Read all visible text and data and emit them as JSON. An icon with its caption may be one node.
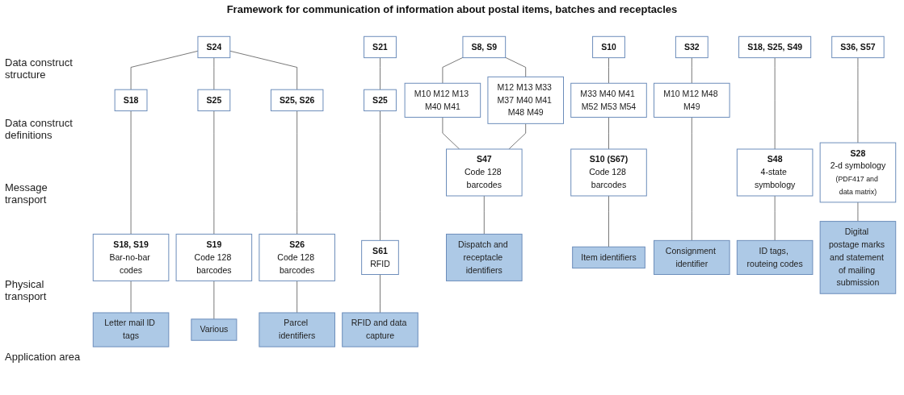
{
  "diagram": {
    "title": "Framework for communication of information about postal items, batches and receptacles",
    "nodes": [
      {
        "text": [
          "S24"
        ]
      },
      {
        "text": [
          "S21"
        ]
      },
      {
        "text": [
          "S18"
        ]
      },
      {
        "text": [
          "S25"
        ]
      },
      {
        "text": [
          "S25, S26"
        ]
      },
      {
        "text": [
          "S8, S9"
        ]
      },
      {
        "text": [
          "S10"
        ]
      },
      {
        "text": [
          "S32"
        ]
      },
      {
        "text": [
          "S18, S25, S49"
        ]
      },
      {
        "text": [
          "S36, S57"
        ]
      },
      {
        "text": [
          "S25"
        ]
      },
      {
        "text": [
          "M10 M12 M13 M40 M41"
        ]
      },
      {
        "text": [
          "M12 M13 M33 M37 M40 M41 M48 M49"
        ]
      },
      {
        "text": [
          "M33 M40 M41 M52 M53 M54"
        ]
      },
      {
        "text": [
          "M10 M12 M48 M49"
        ]
      },
      {
        "text": [
          "S18, S19",
          "Bar-no-bar codes"
        ]
      },
      {
        "text": [
          "S19",
          "Code 128 barcodes"
        ]
      },
      {
        "text": [
          "S26",
          "Code 128 barcodes"
        ]
      },
      {
        "text": [
          "S47",
          "Code 128 barcodes"
        ]
      },
      {
        "text": [
          "S10 (S67)",
          "Code 128 barcodes"
        ]
      },
      {
        "text": [
          "S48",
          "4-state symbology"
        ]
      },
      {
        "text": [
          "S28",
          "2-d symbology",
          "(PDF417 and data matrix)"
        ]
      },
      {
        "text": [
          "S61",
          "RFID"
        ]
      },
      {
        "text": [
          "Letter mail ID tags"
        ]
      },
      {
        "text": [
          "Various"
        ]
      },
      {
        "text": [
          "Parcel identifiers"
        ]
      },
      {
        "text": [
          "Dispatch and receptacle identifiers"
        ]
      },
      {
        "text": [
          "Item identifiers"
        ]
      },
      {
        "text": [
          "Consignment identifier"
        ]
      },
      {
        "text": [
          "ID tags, routeing codes"
        ]
      },
      {
        "text": [
          "Digital postage marks and statement of mailing submission"
        ]
      },
      {
        "text": [
          "RFID and data capture"
        ]
      }
    ],
    "edges": [
      {
        "from": 0,
        "to": 2,
        "arrow": "none"
      },
      {
        "from": 0,
        "to": 3,
        "arrow": "none"
      },
      {
        "from": 0,
        "to": 4,
        "arrow": "none"
      },
      {
        "from": 1,
        "to": 10,
        "arrow": "none"
      },
      {
        "from": 2,
        "to": 15,
        "arrow": "none"
      },
      {
        "from": 3,
        "to": 16,
        "arrow": "none"
      },
      {
        "from": 4,
        "to": 17,
        "arrow": "none"
      },
      {
        "from": 5,
        "to": 11,
        "arrow": "none"
      },
      {
        "from": 5,
        "to": 12,
        "arrow": "none"
      },
      {
        "from": 6,
        "to": 13,
        "arrow": "none"
      },
      {
        "from": 7,
        "to": 14,
        "arrow": "none"
      },
      {
        "from": 8,
        "to": 20,
        "arrow": "none"
      },
      {
        "from": 9,
        "to": 21,
        "arrow": "none"
      },
      {
        "from": 10,
        "to": 22,
        "arrow": "none"
      },
      {
        "from": 11,
        "to": 18,
        "arrow": "none"
      },
      {
        "from": 12,
        "to": 18,
        "arrow": "none"
      },
      {
        "from": 13,
        "to": 19,
        "arrow": "none"
      },
      {
        "from": 14,
        "to": 28,
        "arrow": "none"
      },
      {
        "from": 15,
        "to": 23,
        "arrow": "none"
      },
      {
        "from": 16,
        "to": 24,
        "arrow": "none"
      },
      {
        "from": 17,
        "to": 25,
        "arrow": "none"
      },
      {
        "from": 18,
        "to": 26,
        "arrow": "none"
      },
      {
        "from": 19,
        "to": 27,
        "arrow": "none"
      },
      {
        "from": 20,
        "to": 29,
        "arrow": "none"
      },
      {
        "from": 21,
        "to": 30,
        "arrow": "none"
      },
      {
        "from": 22,
        "to": 31,
        "arrow": "none"
      }
    ],
    "labels": [
      "Data construct structure",
      "Data construct definitions",
      "Message transport",
      "Physical transport",
      "Application area"
    ]
  }
}
